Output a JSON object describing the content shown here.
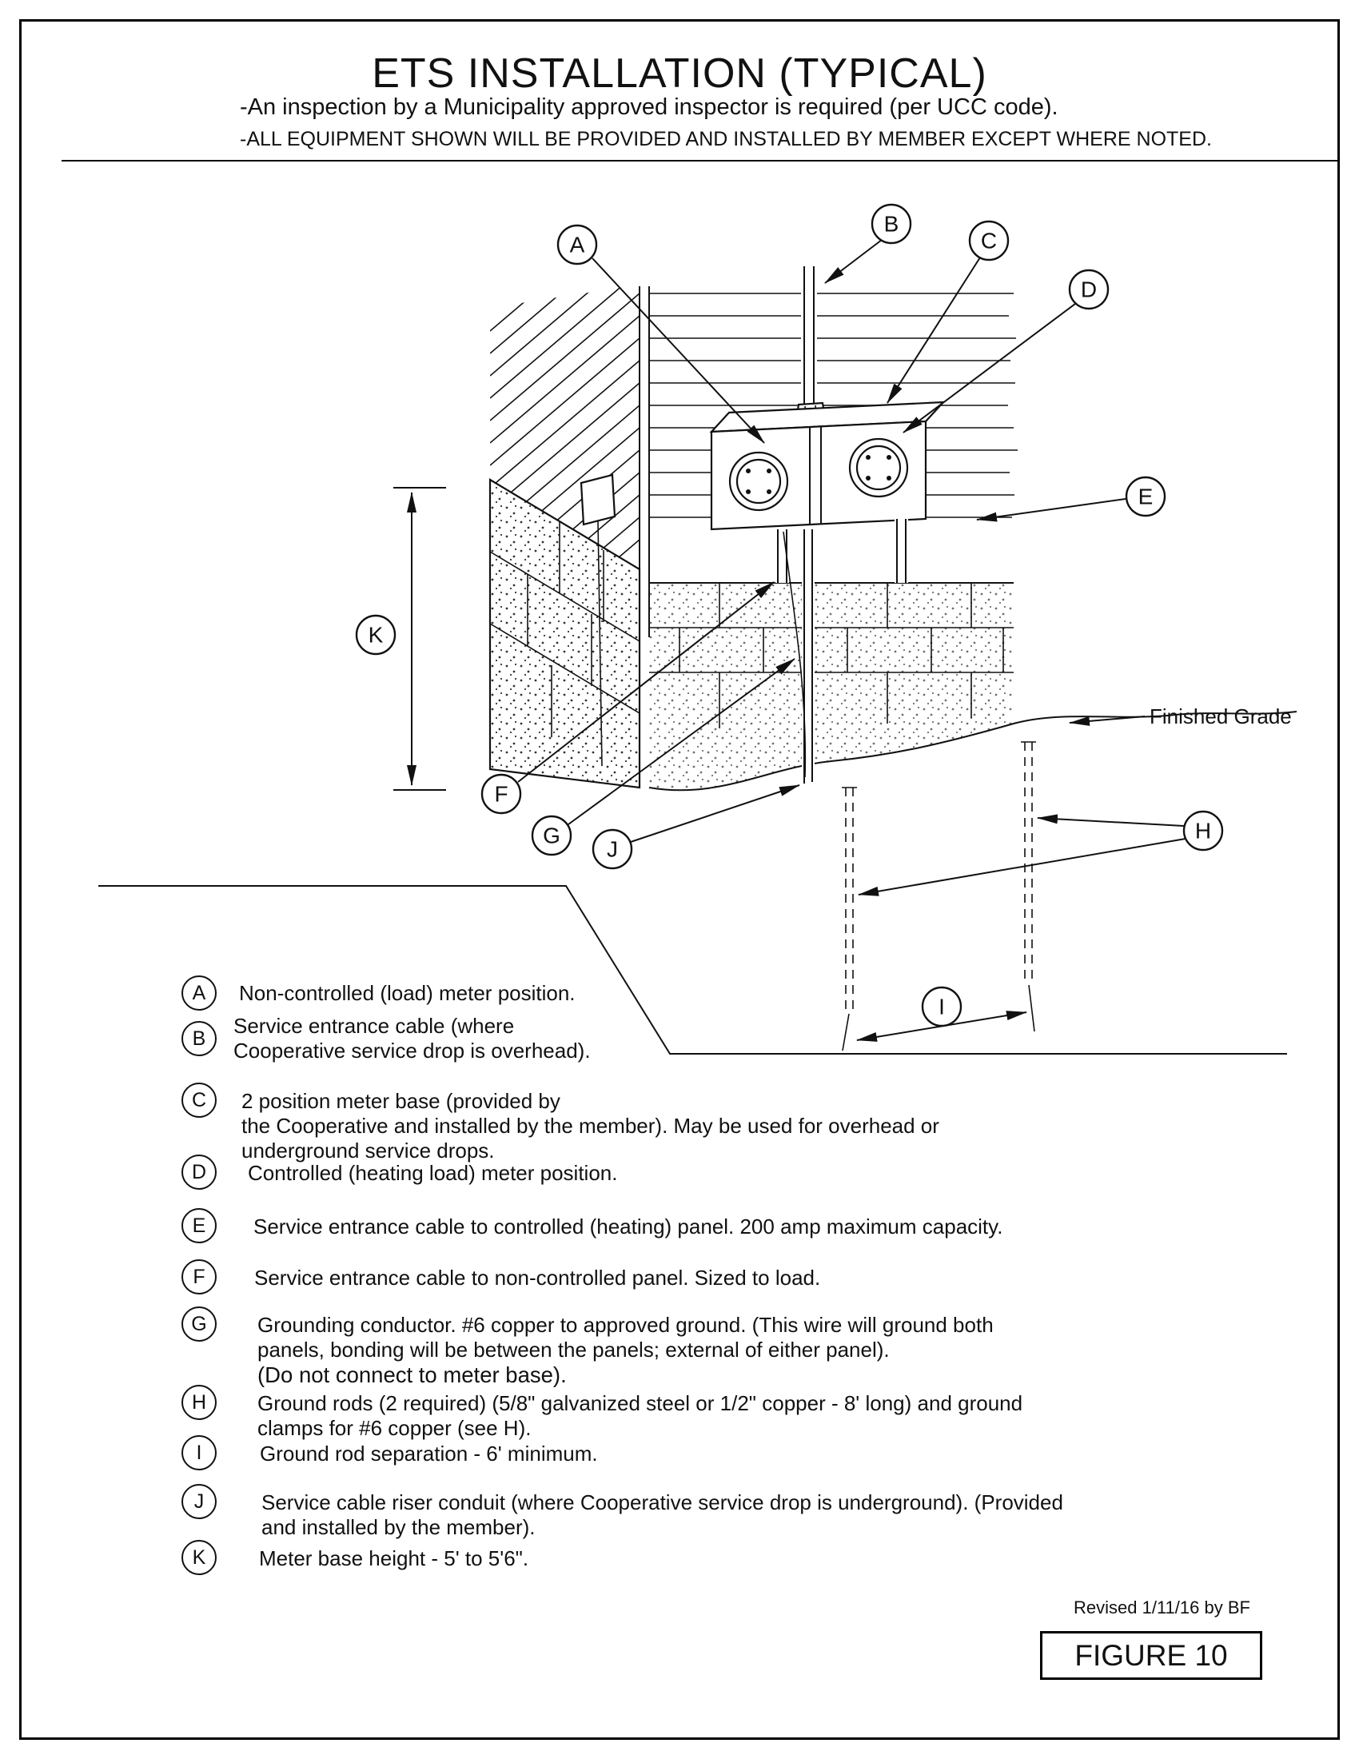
{
  "page": {
    "title": "ETS INSTALLATION (TYPICAL)",
    "note1": "-An inspection by a Municipality approved inspector is required (per UCC code).",
    "note2": "-ALL EQUIPMENT SHOWN WILL BE PROVIDED AND INSTALLED BY MEMBER EXCEPT WHERE NOTED."
  },
  "diagram": {
    "finished_grade_label": "Finished Grade",
    "callouts": [
      "A",
      "B",
      "C",
      "D",
      "E",
      "F",
      "G",
      "H",
      "I",
      "J",
      "K"
    ]
  },
  "legend": {
    "items": [
      {
        "letter": "A",
        "lines": [
          "Non-controlled (load) meter position."
        ]
      },
      {
        "letter": "B",
        "lines": [
          "Service entrance cable (where",
          "Cooperative service drop is overhead)."
        ]
      },
      {
        "letter": "C",
        "lines": [
          "2 position meter base (provided by",
          "the Cooperative and installed by the member).  May be used for overhead or",
          "underground service drops."
        ]
      },
      {
        "letter": "D",
        "lines": [
          "Controlled (heating load) meter position."
        ]
      },
      {
        "letter": "E",
        "lines": [
          "Service entrance cable to controlled (heating) panel.  200 amp maximum capacity."
        ]
      },
      {
        "letter": "F",
        "lines": [
          "Service entrance cable to non-controlled panel.  Sized to load."
        ]
      },
      {
        "letter": "G",
        "lines": [
          "Grounding conductor.  #6 copper to approved ground.  (This wire will ground both",
          "panels, bonding will be between the panels;  external of either panel).",
          "(Do not connect to meter base)."
        ]
      },
      {
        "letter": "H",
        "lines": [
          "Ground rods (2 required) (5/8\" galvanized steel or 1/2\" copper - 8' long) and ground",
          "clamps for #6 copper (see H)."
        ]
      },
      {
        "letter": "I",
        "lines": [
          "Ground rod separation - 6' minimum."
        ]
      },
      {
        "letter": "J",
        "lines": [
          "Service cable riser conduit (where Cooperative service drop is underground).  (Provided",
          "and installed by the member)."
        ]
      },
      {
        "letter": "K",
        "lines": [
          "Meter base height - 5' to 5'6\"."
        ]
      }
    ]
  },
  "footer": {
    "revised": "Revised 1/11/16 by BF",
    "figure": "FIGURE 10"
  }
}
